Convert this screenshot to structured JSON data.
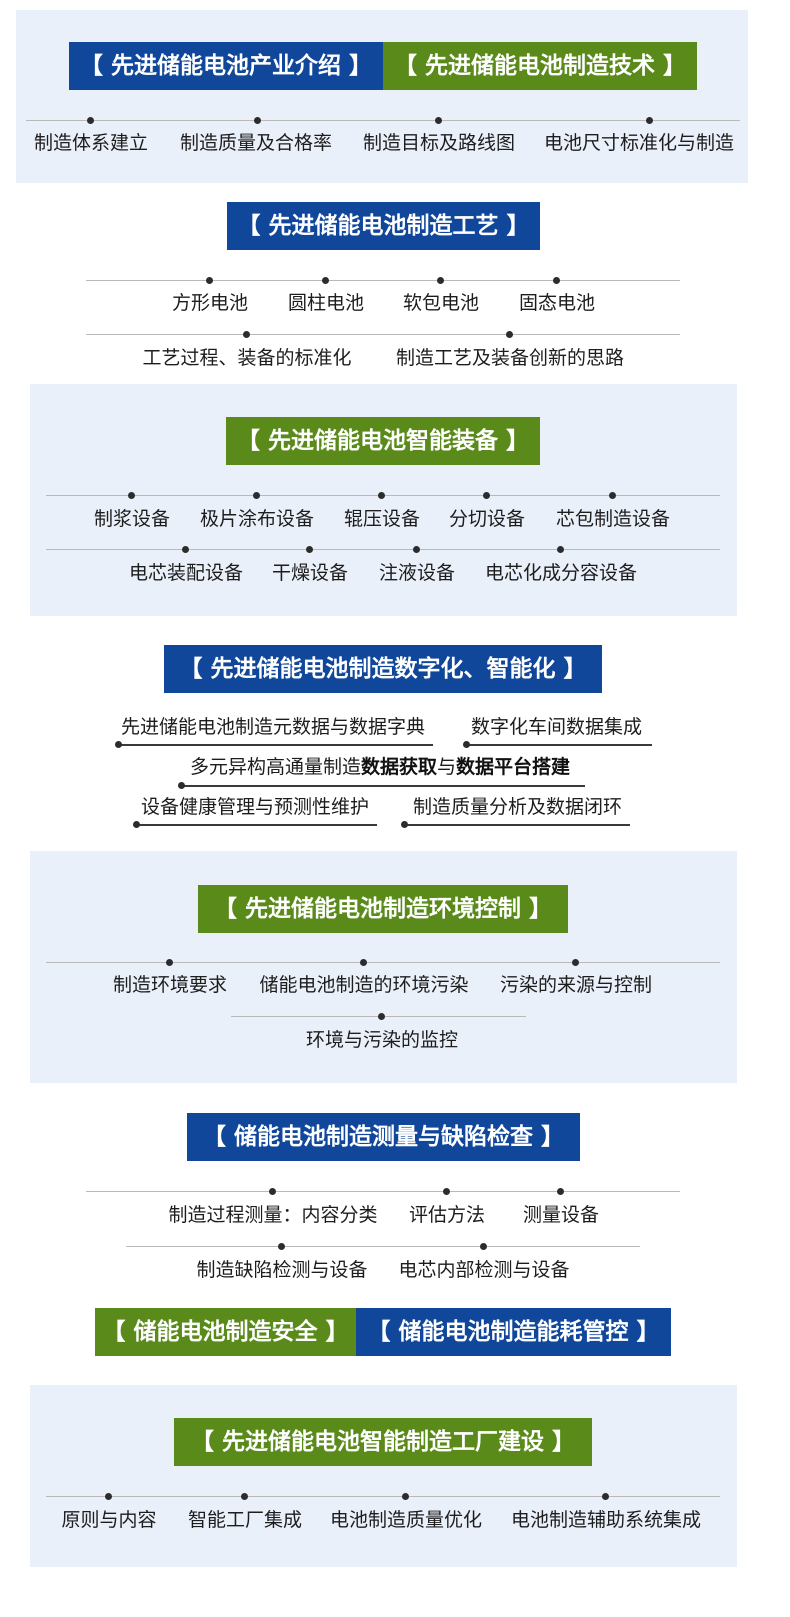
{
  "intro": {
    "badge_left": "【 先进储能电池产业介绍 】",
    "badge_right": "【 先进储能电池制造技术 】",
    "items": [
      "制造体系建立",
      "制造质量及合格率",
      "制造目标及路线图",
      "电池尺寸标准化与制造"
    ]
  },
  "process": {
    "badge": "【 先进储能电池制造工艺 】",
    "row1": [
      "方形电池",
      "圆柱电池",
      "软包电池",
      "固态电池"
    ],
    "row2": [
      "工艺过程、装备的标准化",
      "制造工艺及装备创新的思路"
    ]
  },
  "equipment": {
    "badge": "【 先进储能电池智能装备 】",
    "row1": [
      "制浆设备",
      "极片涂布设备",
      "辊压设备",
      "分切设备",
      "芯包制造设备"
    ],
    "row2": [
      "电芯装配设备",
      "干燥设备",
      "注液设备",
      "电芯化成分容设备"
    ]
  },
  "digital": {
    "badge": "【 先进储能电池制造数字化、智能化 】",
    "item1": "先进储能电池制造元数据与数据字典",
    "item2": "数字化车间数据集成",
    "item3_a": "多元异构高通量制造",
    "item3_b": "数据获取",
    "item3_c": "与",
    "item3_d": "数据平台搭建",
    "item4": "设备健康管理与预测性维护",
    "item5": "制造质量分析及数据闭环"
  },
  "environment": {
    "badge": "【 先进储能电池制造环境控制 】",
    "row1": [
      "制造环境要求",
      "储能电池制造的环境污染",
      "污染的来源与控制"
    ],
    "row2": [
      "环境与污染的监控"
    ]
  },
  "measure": {
    "badge": "【 储能电池制造测量与缺陷检查 】",
    "row1": [
      "制造过程测量：内容分类",
      "评估方法",
      "测量设备"
    ],
    "row2": [
      "制造缺陷检测与设备",
      "电芯内部检测与设备"
    ]
  },
  "safety": {
    "badge_left": "【 储能电池制造安全 】",
    "badge_right": "【 储能电池制造能耗管控 】"
  },
  "factory": {
    "badge": "【 先进储能电池智能制造工厂建设 】",
    "items": [
      "原则与内容",
      "智能工厂集成",
      "电池制造质量优化",
      "电池制造辅助系统集成"
    ]
  },
  "colors": {
    "blue": "#10479a",
    "green": "#5a8a1a",
    "panel": "#eaf0f9"
  }
}
